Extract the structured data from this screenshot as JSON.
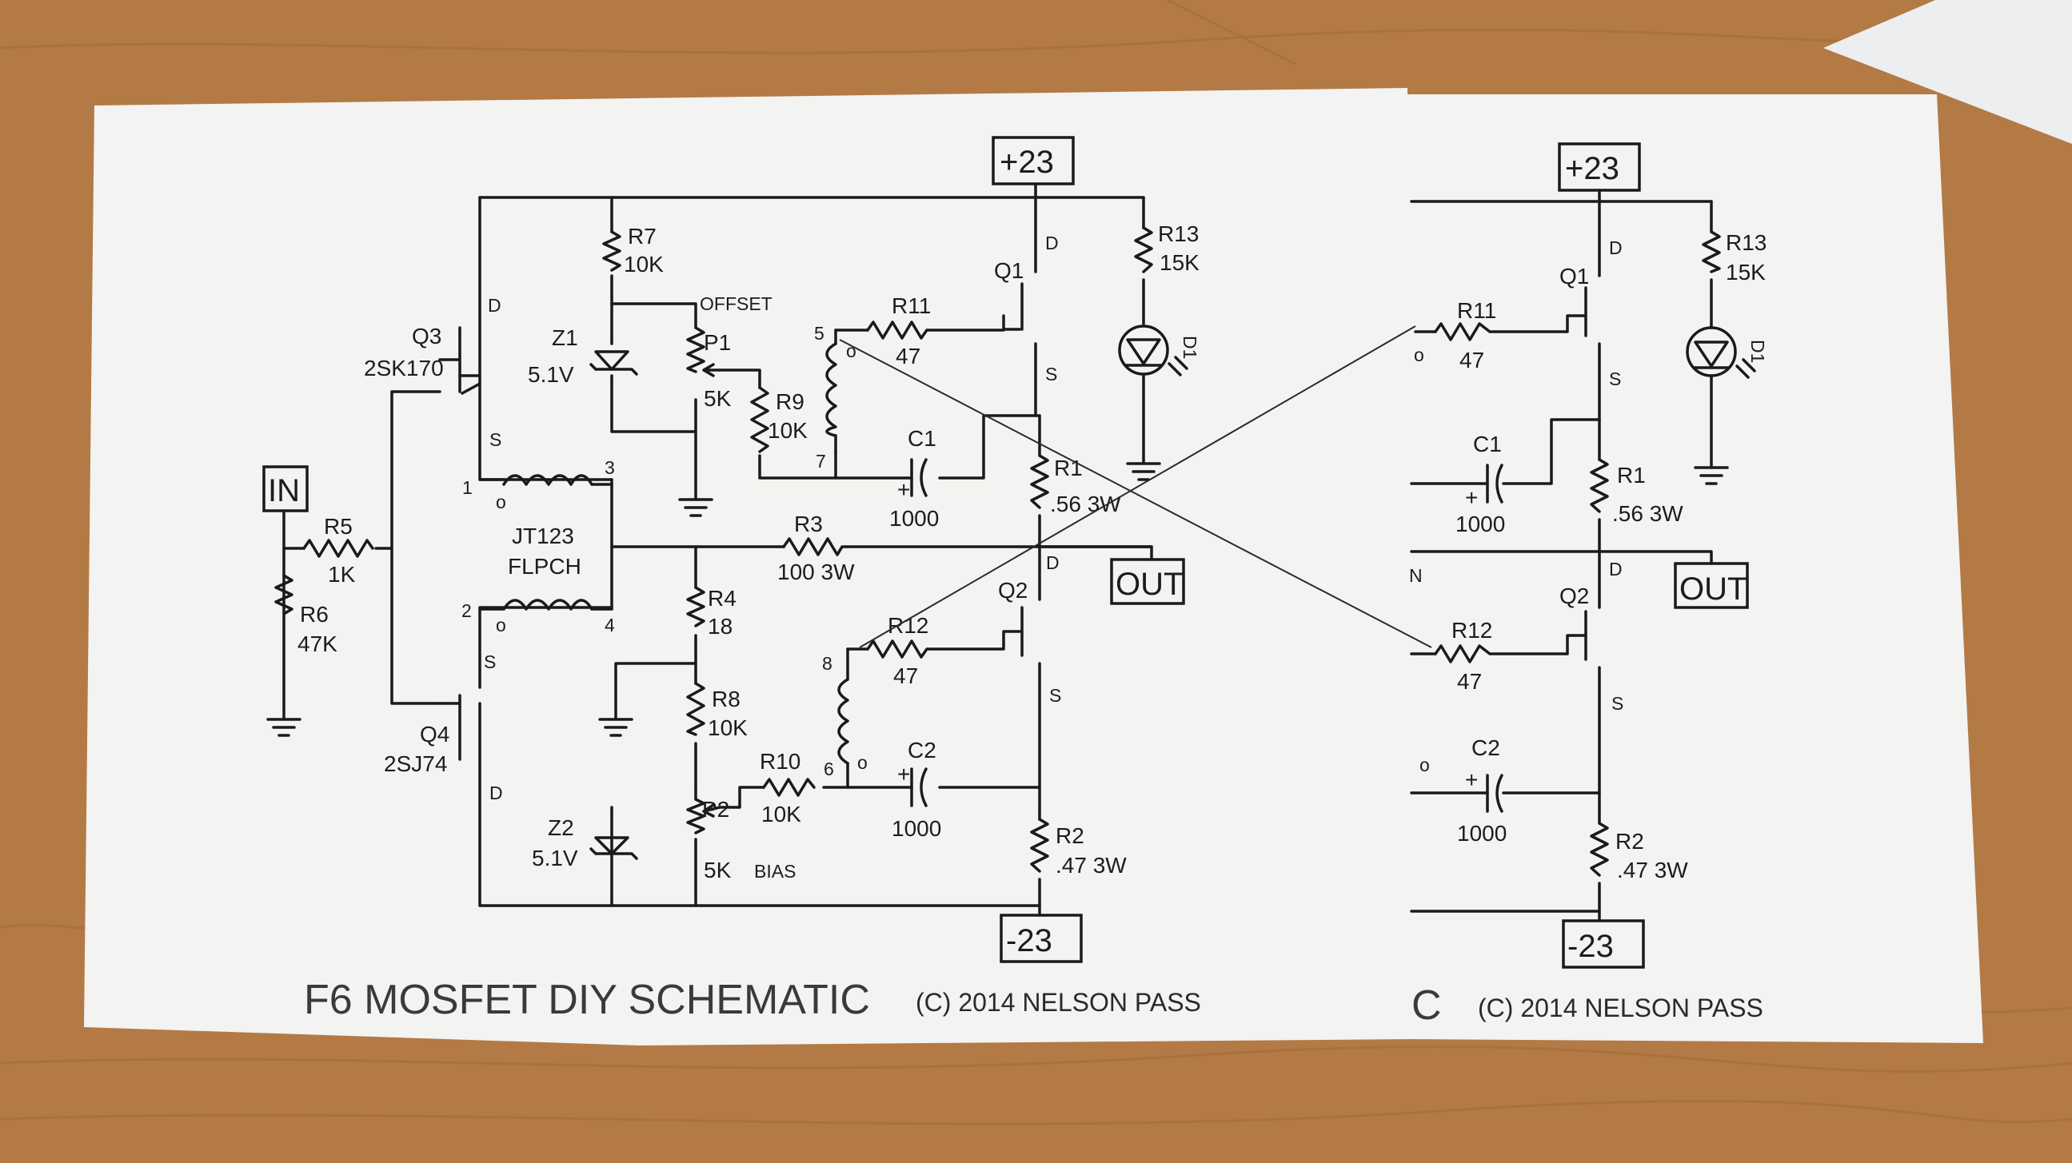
{
  "left_sheet": {
    "title": "F6 MOSFET DIY SCHEMATIC",
    "copyright": "(C) 2014 NELSON PASS",
    "rails": {
      "pos": "+23",
      "neg": "-23"
    },
    "ports": {
      "in": "IN",
      "out": "OUT"
    },
    "transformer": {
      "name1": "JT123",
      "name2": "FLPCH",
      "pins": [
        "1",
        "2",
        "3",
        "4"
      ]
    },
    "q3": {
      "ref": "Q3",
      "part": "2SK170"
    },
    "q4": {
      "ref": "Q4",
      "part": "2SJ74"
    },
    "q1": {
      "ref": "Q1"
    },
    "q2": {
      "ref": "Q2"
    },
    "pin_letters": {
      "d": "D",
      "s": "S"
    },
    "offset_label": "OFFSET",
    "bias_label": "BIAS",
    "open_pin": "o",
    "winding_pins": [
      "5",
      "6",
      "7",
      "8"
    ],
    "r1": {
      "ref": "R1",
      "value": ".56 3W"
    },
    "r2": {
      "ref": "R2",
      "value": ".47 3W"
    },
    "r3": {
      "ref": "R3",
      "value": "100 3W"
    },
    "r4": {
      "ref": "R4",
      "value": "18"
    },
    "r5": {
      "ref": "R5",
      "value": "1K"
    },
    "r6": {
      "ref": "R6",
      "value": "47K"
    },
    "r7": {
      "ref": "R7",
      "value": "10K"
    },
    "r8": {
      "ref": "R8",
      "value": "10K"
    },
    "r9": {
      "ref": "R9",
      "value": "10K"
    },
    "r10": {
      "ref": "R10",
      "value": "10K"
    },
    "r11": {
      "ref": "R11",
      "value": "47"
    },
    "r12": {
      "ref": "R12",
      "value": "47"
    },
    "r13": {
      "ref": "R13",
      "value": "15K"
    },
    "p1": {
      "ref": "P1",
      "value": "5K"
    },
    "p2": {
      "ref": "P2",
      "value": "5K"
    },
    "c1": {
      "ref": "C1",
      "value": "1000"
    },
    "c2": {
      "ref": "C2",
      "value": "1000"
    },
    "z1": {
      "ref": "Z1",
      "value": "5.1V"
    },
    "z2": {
      "ref": "Z2",
      "value": "5.1V"
    },
    "d1": {
      "ref": "D1"
    },
    "plus": "+"
  },
  "right_sheet": {
    "title_fragment": "C",
    "copyright": "(C) 2014 NELSON PASS",
    "rails": {
      "pos": "+23",
      "neg": "-23"
    },
    "out": "OUT",
    "edge_letter": "N",
    "q1": {
      "ref": "Q1"
    },
    "q2": {
      "ref": "Q2"
    },
    "pin_letters": {
      "d": "D",
      "s": "S"
    },
    "open_pin": "o",
    "r1": {
      "ref": "R1",
      "value": ".56 3W"
    },
    "r2": {
      "ref": "R2",
      "value": ".47 3W"
    },
    "r11": {
      "ref": "R11",
      "value": "47"
    },
    "r12": {
      "ref": "R12",
      "value": "47"
    },
    "r13": {
      "ref": "R13",
      "value": "15K"
    },
    "c1": {
      "ref": "C1",
      "value": "1000"
    },
    "c2": {
      "ref": "C2",
      "value": "1000"
    },
    "d1": {
      "ref": "D1"
    },
    "plus": "+"
  },
  "colors": {
    "wood": "#b37a46",
    "paper": "#f3f3f1",
    "ink": "#1a1a1a"
  }
}
